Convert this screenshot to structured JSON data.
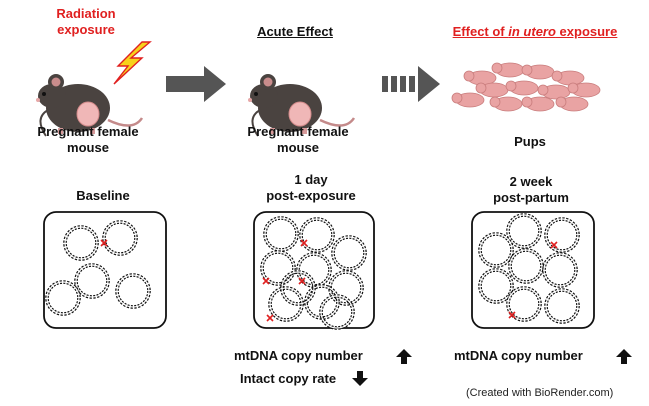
{
  "radiation_label": [
    "Radiation",
    "exposure"
  ],
  "header_acute": "Acute Effect",
  "header_utero": {
    "prefix": "Effect of ",
    "italic": "in utero",
    "suffix": " exposure"
  },
  "mouse_label": [
    "Pregnant female",
    "mouse"
  ],
  "pups_label": "Pups",
  "stage_labels": {
    "baseline": "Baseline",
    "day": [
      "1 day",
      "post-exposure"
    ],
    "week": [
      "2 week",
      "post-partum"
    ]
  },
  "results": {
    "acute_copy": "mtDNA copy number",
    "acute_intact": "Intact copy rate",
    "pups_copy": "mtDNA copy number"
  },
  "credit": "(Created with BioRender.com)",
  "colors": {
    "accent_red": "#e02020",
    "arrow_gray": "#555555",
    "mouse_body": "#4a4340",
    "pup_pink": "#e9a3a3"
  }
}
